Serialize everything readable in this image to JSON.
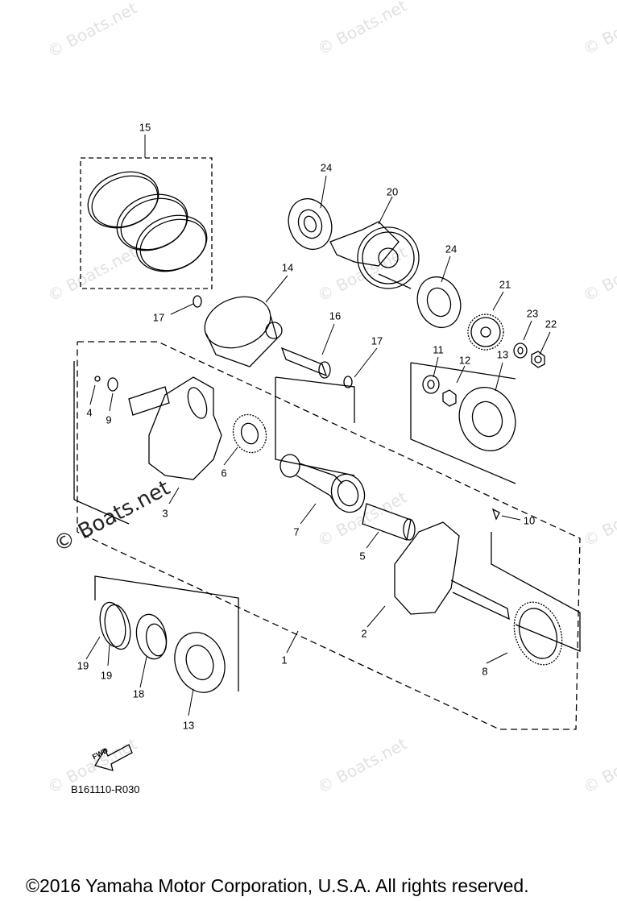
{
  "labels": {
    "l15": "15",
    "l24a": "24",
    "l20": "20",
    "l14": "14",
    "l24b": "24",
    "l21": "21",
    "l23": "23",
    "l22": "22",
    "l17a": "17",
    "l16": "16",
    "l17b": "17",
    "l11": "11",
    "l12": "12",
    "l13a": "13",
    "l4": "4",
    "l9": "9",
    "l6": "6",
    "l3": "3",
    "l7": "7",
    "l10": "10",
    "l5": "5",
    "l2": "2",
    "l1": "1",
    "l8": "8",
    "l19a": "19",
    "l19b": "19",
    "l18": "18",
    "l13b": "13"
  },
  "watermark": "© Boats.net",
  "fwd_label": "FWD",
  "diagram_code": "B161110-R030",
  "copyright": "©2016 Yamaha Motor Corporation, U.S.A. All rights reserved."
}
